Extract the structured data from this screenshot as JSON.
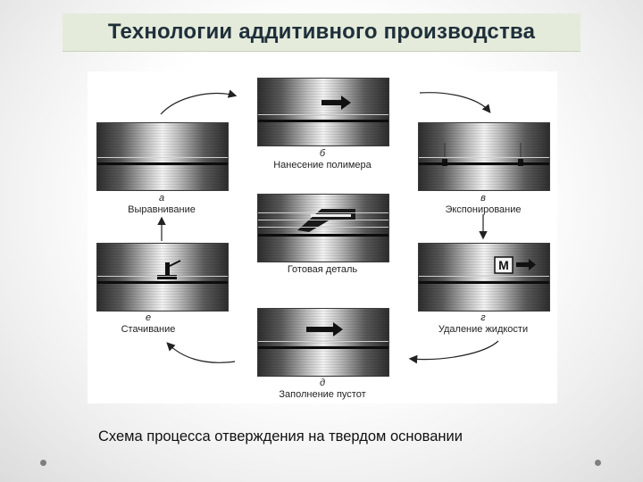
{
  "slide": {
    "title": "Технологии аддитивного производства",
    "caption": "Схема процесса отверждения на твердом основании"
  },
  "steps": [
    {
      "letter": "а",
      "label": "Выравнивание"
    },
    {
      "letter": "б",
      "label": "Нанесение полимера"
    },
    {
      "letter": "в",
      "label": "Экспонирование"
    },
    {
      "letter": "г",
      "label": "Удаление жидкости"
    },
    {
      "letter": "д",
      "label": "Заполнение пустот"
    },
    {
      "letter": "е",
      "label": "Стачивание"
    }
  ],
  "center": {
    "label": "Готовая деталь"
  },
  "icons": {
    "mask_symbol": "M"
  }
}
